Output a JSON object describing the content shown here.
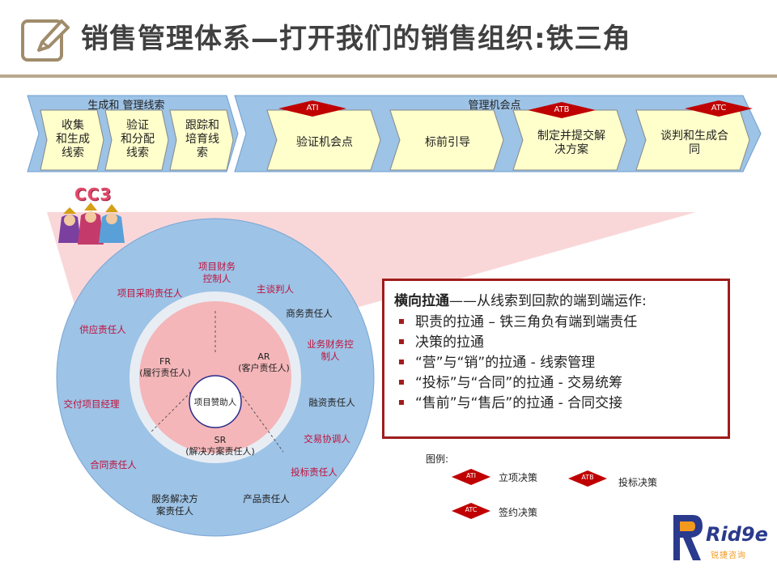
{
  "header": {
    "title": "销售管理体系—打开我们的销售组织:铁三角",
    "edit_icon": "pencil-square-icon"
  },
  "process": {
    "group1_label": "生成和 管理线索",
    "group2_label": "管理机会点",
    "steps": [
      {
        "label": "收集\n和生成\n线索"
      },
      {
        "label": "验证\n和分配\n线索"
      },
      {
        "label": "跟踪和\n培育线\n索"
      },
      {
        "label": "验证机会点"
      },
      {
        "label": "标前引导"
      },
      {
        "label": "制定并提交解\n决方案"
      },
      {
        "label": "谈判和生成合\n同"
      }
    ],
    "decisions": [
      {
        "label": "ATI"
      },
      {
        "label": "ATB"
      },
      {
        "label": "ATC"
      }
    ]
  },
  "cc3": {
    "badge": "CC3",
    "outer_roles": [
      {
        "label": "项目财务\n控制人",
        "tone": "red"
      },
      {
        "label": "主谈判人",
        "tone": "red"
      },
      {
        "label": "商务责任人",
        "tone": "dark"
      },
      {
        "label": "业务财务控\n制人",
        "tone": "red"
      },
      {
        "label": "融资责任人",
        "tone": "dark"
      },
      {
        "label": "交易协调人",
        "tone": "red"
      },
      {
        "label": "投标责任人",
        "tone": "red"
      },
      {
        "label": "产品责任人",
        "tone": "dark"
      },
      {
        "label": "服务解决方\n案责任人",
        "tone": "dark"
      },
      {
        "label": "合同责任人",
        "tone": "red"
      },
      {
        "label": "交付项目经理",
        "tone": "red"
      },
      {
        "label": "供应责任人",
        "tone": "red"
      },
      {
        "label": "项目采购责任人",
        "tone": "red"
      }
    ],
    "inner_roles": [
      {
        "label": "FR\n(履行责任人)"
      },
      {
        "label": "AR\n(客户责任人)"
      },
      {
        "label": "SR\n(解决方案责任人)"
      }
    ],
    "center": "项目赞助人"
  },
  "info": {
    "heading_bold": "横向拉通",
    "heading_rest": "——从线索到回款的端到端运作:",
    "bullets": [
      "职责的拉通 – 铁三角负有端到端责任",
      "决策的拉通",
      "“营”与“销”的拉通 - 线索管理",
      "“投标”与“合同”的拉通 - 交易统筹",
      "“售前”与“售后”的拉通 - 合同交接"
    ]
  },
  "legend": {
    "title": "图例:",
    "items": [
      {
        "code": "ATI",
        "text": "立项决策"
      },
      {
        "code": "ATB",
        "text": "投标决策"
      },
      {
        "code": "ATC",
        "text": "签约决策"
      }
    ]
  },
  "brand": {
    "name": "Rid9e",
    "sub": "锐捷咨询"
  },
  "colors": {
    "process_band": "#9dc3e6",
    "chevron_fill": "#ffffcc",
    "decision_red": "#c00000",
    "outer_ring": "#9dc3e6",
    "inner_circle": "#f4b6b9",
    "accent_text": "#c0103c",
    "frame": "#a01c1c"
  }
}
